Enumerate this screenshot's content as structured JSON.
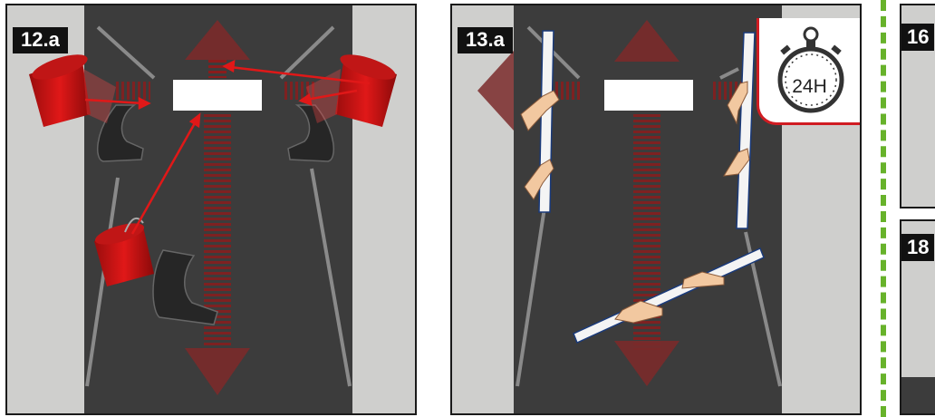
{
  "steps": [
    {
      "label": "12.a"
    },
    {
      "label": "13.a"
    }
  ],
  "timer": {
    "text": "24H"
  },
  "side_steps": [
    {
      "label": "16"
    },
    {
      "label": "18"
    }
  ],
  "colors": {
    "surface": "#3c3c3c",
    "wall": "#cfcfcd",
    "accent_red": "#d01c22",
    "divider_green": "#67b22a",
    "label_bg": "#111111"
  }
}
